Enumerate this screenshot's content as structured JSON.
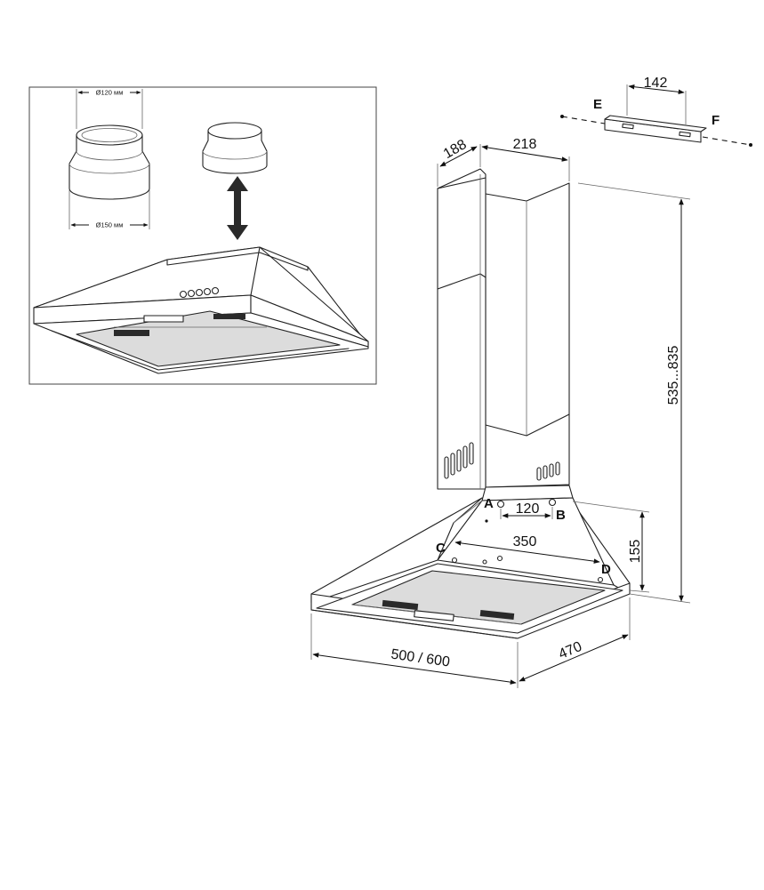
{
  "inset": {
    "diameter_top": "Ø120 мм",
    "diameter_bottom": "Ø150 мм"
  },
  "dimensions": {
    "bracket_width": "142",
    "chimney_depth": "188",
    "chimney_width": "218",
    "chimney_height": "535...835",
    "ab_distance": "120",
    "cd_distance": "350",
    "hood_height": "155",
    "hood_width": "500 / 600",
    "hood_depth": "470"
  },
  "points": {
    "a": "A",
    "b": "B",
    "c": "C",
    "d": "D",
    "e": "E",
    "f": "F"
  }
}
